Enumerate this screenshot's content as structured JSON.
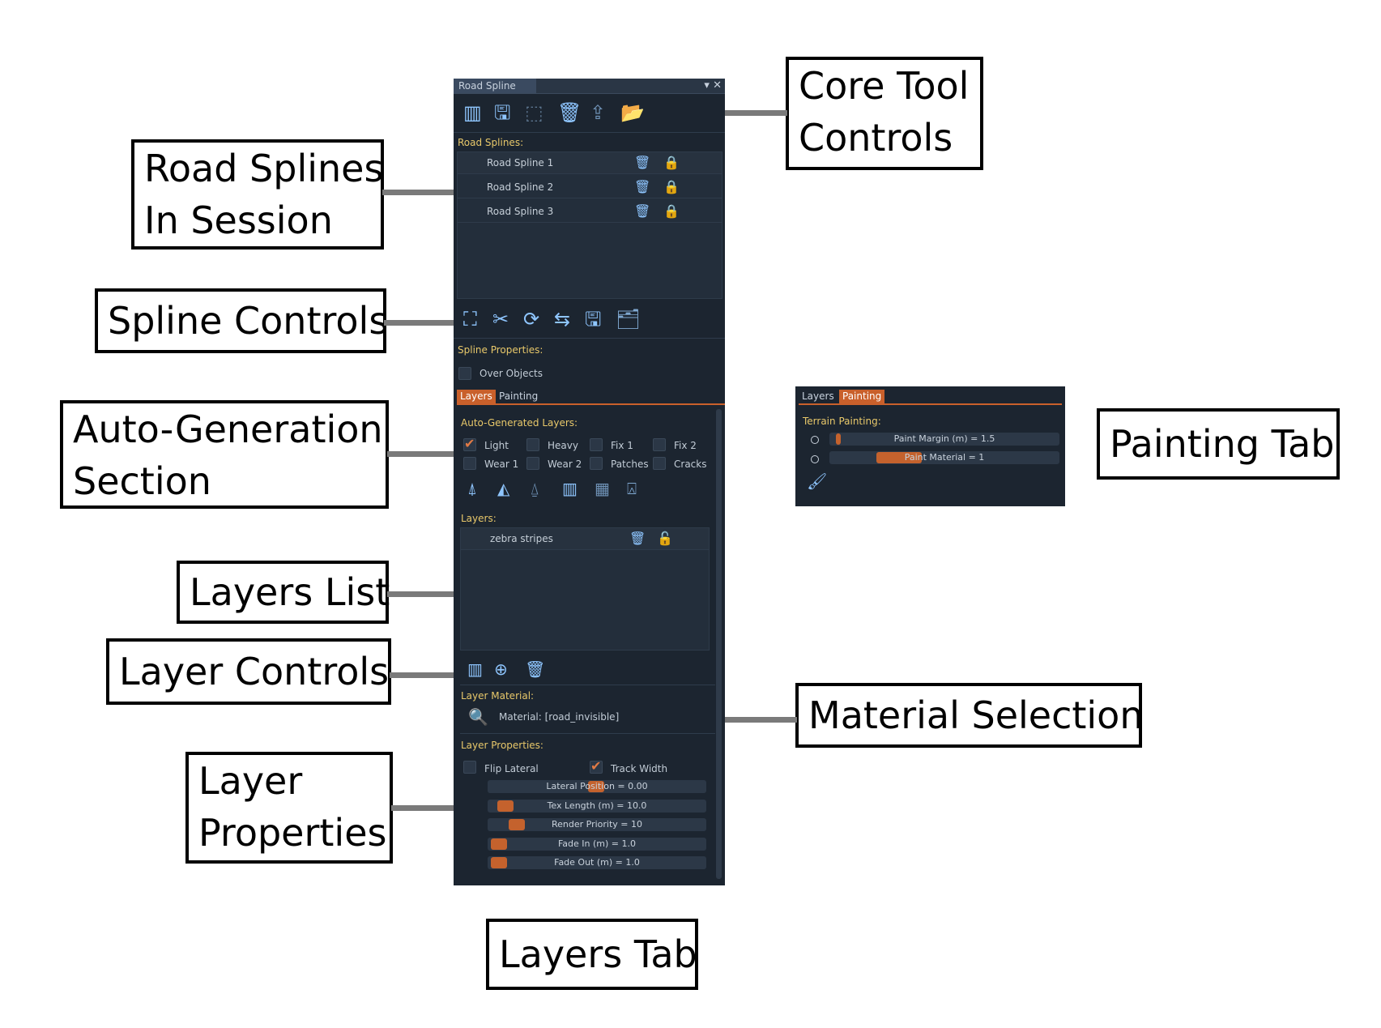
{
  "callouts": {
    "core_tool": [
      "Core Tool",
      "Controls"
    ],
    "road_splines": [
      "Road Splines",
      "In Session"
    ],
    "spline_controls": "Spline Controls",
    "auto_generation": [
      "Auto-Generation",
      "Section"
    ],
    "layers_list": "Layers List",
    "layer_controls": "Layer Controls",
    "layer_properties": [
      "Layer",
      "Properties"
    ],
    "material_selection": "Material Selection",
    "painting_tab": "Painting Tab",
    "layers_tab": "Layers Tab"
  },
  "panel": {
    "title": "Road Spline",
    "road_splines_header": "Road Splines:",
    "splines": [
      {
        "name": "Road Spline 1"
      },
      {
        "name": "Road Spline 2"
      },
      {
        "name": "Road Spline 3"
      }
    ],
    "spline_properties_header": "Spline Properties:",
    "over_objects": "Over Objects",
    "tabs": [
      "Layers",
      "Painting"
    ],
    "auto_generated_header": "Auto-Generated Layers:",
    "auto_layers": [
      {
        "label": "Light",
        "checked": true
      },
      {
        "label": "Heavy",
        "checked": false
      },
      {
        "label": "Fix 1",
        "checked": false
      },
      {
        "label": "Fix 2",
        "checked": false
      },
      {
        "label": "Wear 1",
        "checked": false
      },
      {
        "label": "Wear 2",
        "checked": false
      },
      {
        "label": "Patches",
        "checked": false
      },
      {
        "label": "Cracks",
        "checked": false
      }
    ],
    "layers_header": "Layers:",
    "layers": [
      {
        "name": "zebra stripes"
      }
    ],
    "layer_material_header": "Layer Material:",
    "material": "Material: [road_invisible]",
    "layer_properties_header": "Layer Properties:",
    "flip_lateral": "Flip Lateral",
    "track_width": "Track Width",
    "sliders": [
      {
        "text": "Lateral Position = 0.00",
        "value": 0.0
      },
      {
        "text": "Tex Length (m) = 10.0",
        "value": 10.0
      },
      {
        "text": "Render Priority = 10",
        "value": 10
      },
      {
        "text": "Fade In (m) = 1.0",
        "value": 1.0
      },
      {
        "text": "Fade Out (m) = 1.0",
        "value": 1.0
      }
    ]
  },
  "painting_panel": {
    "tabs": [
      "Layers",
      "Painting"
    ],
    "header": "Terrain Painting:",
    "sliders": [
      {
        "text": "Paint Margin (m) = 1.5",
        "value": 1.5
      },
      {
        "text": "Paint Material = 1",
        "value": 1
      }
    ]
  },
  "colors": {
    "accent": "#c9602b",
    "icon": "#8fc6ff",
    "section": "#e8c86a",
    "panel_bg": "#1c2530"
  }
}
